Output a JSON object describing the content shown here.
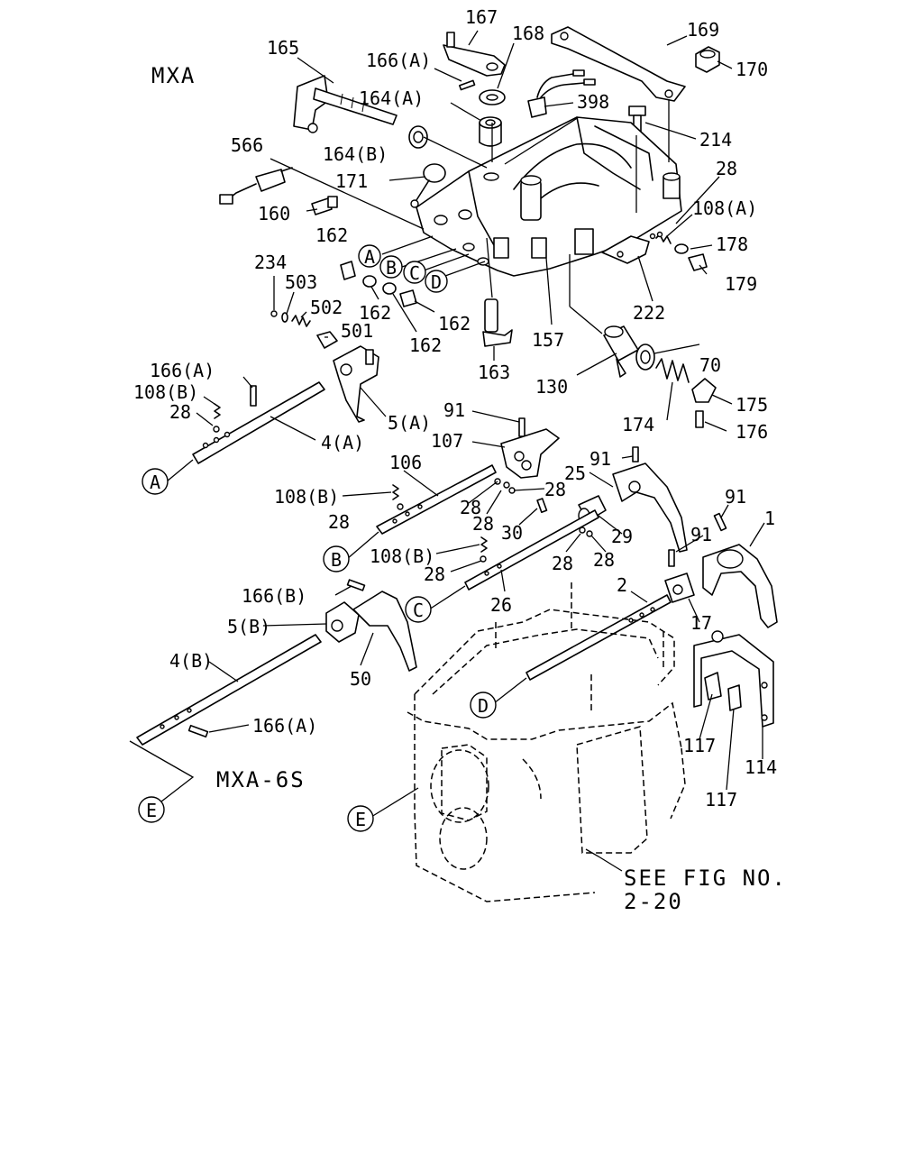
{
  "titles": {
    "model": "MXA",
    "variant": "MXA-6S",
    "reference_line1": "SEE FIG NO.",
    "reference_line2": "2-20"
  },
  "callouts": {
    "p167": "167",
    "p169": "169",
    "p170": "170",
    "p165": "165",
    "p166a_top": "166(A)",
    "p168": "168",
    "p164a": "164(A)",
    "p398": "398",
    "p164b": "164(B)",
    "p214": "214",
    "p566": "566",
    "p171": "171",
    "p28_top": "28",
    "p108a": "108(A)",
    "p160": "160",
    "p178": "178",
    "p162_a": "162",
    "p179": "179",
    "p234": "234",
    "p503": "503",
    "p222": "222",
    "p502": "502",
    "p162_b": "162",
    "p162_c": "162",
    "p162_d": "162",
    "p501": "501",
    "p70": "70",
    "p157": "157",
    "p166a_mid": "166(A)",
    "p163": "163",
    "p130": "130",
    "p108b_left": "108(B)",
    "p175": "175",
    "p28_left": "28",
    "p5a": "5(A)",
    "p174": "174",
    "p91_a": "91",
    "p176": "176",
    "p4a": "4(A)",
    "p107": "107",
    "p91_b": "91",
    "p106": "106",
    "p25": "25",
    "p108b_mid": "108(B)",
    "p28_m1": "28",
    "p28_m2": "28",
    "p91_c": "91",
    "p28_m3": "28",
    "p28_m4": "28",
    "p30": "30",
    "p29": "29",
    "p1": "1",
    "p91_d": "91",
    "p108b_low": "108(B)",
    "p28_m5": "28",
    "p28_m6": "28",
    "p28_m7": "28",
    "p166b": "166(B)",
    "p26": "26",
    "p2": "2",
    "p5b": "5(B)",
    "p17": "17",
    "p4b": "4(B)",
    "p50": "50",
    "p166a_low": "166(A)",
    "p117_a": "117",
    "p114": "114",
    "p117_b": "117"
  },
  "markers": {
    "A": "A",
    "B": "B",
    "C": "C",
    "D": "D",
    "E": "E"
  }
}
